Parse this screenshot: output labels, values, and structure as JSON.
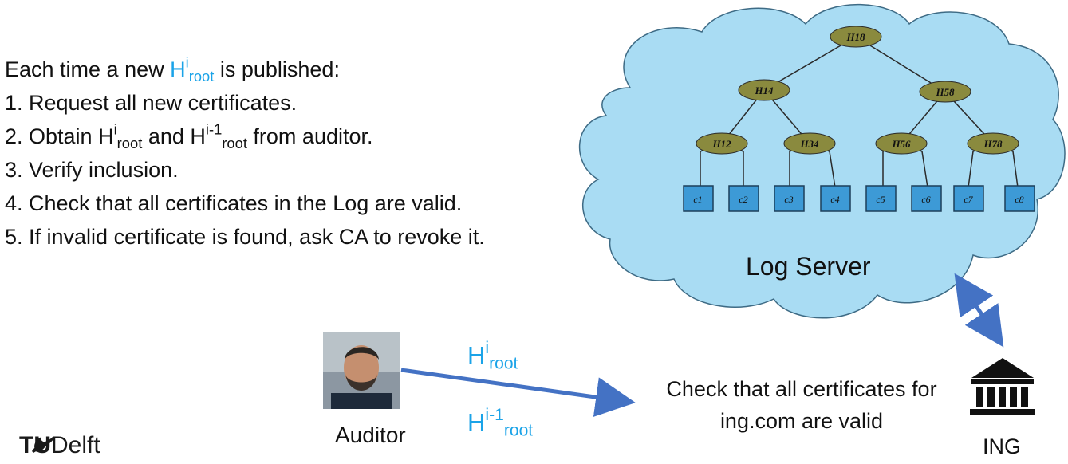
{
  "procedure": {
    "intro_prefix": "Each time a new ",
    "intro_h": "H",
    "intro_sup": "i",
    "intro_sub": "root",
    "intro_suffix": " is published:",
    "step1": "1.  Request all new certificates.",
    "step2_prefix": "2.   Obtain H",
    "step2_sup1": "i",
    "step2_sub1": "root",
    "step2_mid": " and H",
    "step2_sup2": "i-1",
    "step2_sub2": "root",
    "step2_suffix": " from auditor.",
    "step3": "3.  Verify inclusion.",
    "step4": "4.  Check that all certificates in the Log are valid.",
    "step5": "5.  If invalid certificate is found, ask CA to revoke it."
  },
  "tree": {
    "root": "H18",
    "level1": [
      "H14",
      "H58"
    ],
    "level2": [
      "H12",
      "H34",
      "H56",
      "H78"
    ],
    "leaves": [
      "c1",
      "c2",
      "c3",
      "c4",
      "c5",
      "c6",
      "c7",
      "c8"
    ]
  },
  "log_server_label": "Log Server",
  "auditor": {
    "label": "Auditor"
  },
  "messages": {
    "hroot_h": "H",
    "hroot_sup": "i",
    "hroot_sub": "root",
    "hprev_h": "H",
    "hprev_sup": "i-1",
    "hprev_sub": "root"
  },
  "check_text_line1": "Check that all certificates for",
  "check_text_line2": "ing.com are valid",
  "bank": {
    "label": "ING",
    "icon": "bank-icon"
  },
  "logo": {
    "tu": "TU",
    "delft": "Delft"
  },
  "colors": {
    "cloud": "#a9dcf3",
    "cloud_stroke": "#3e6b85",
    "node": "#8a8a3e",
    "leaf": "#3d9ad6",
    "arrow": "#4472c4",
    "cyan_text": "#1aa3e8"
  }
}
